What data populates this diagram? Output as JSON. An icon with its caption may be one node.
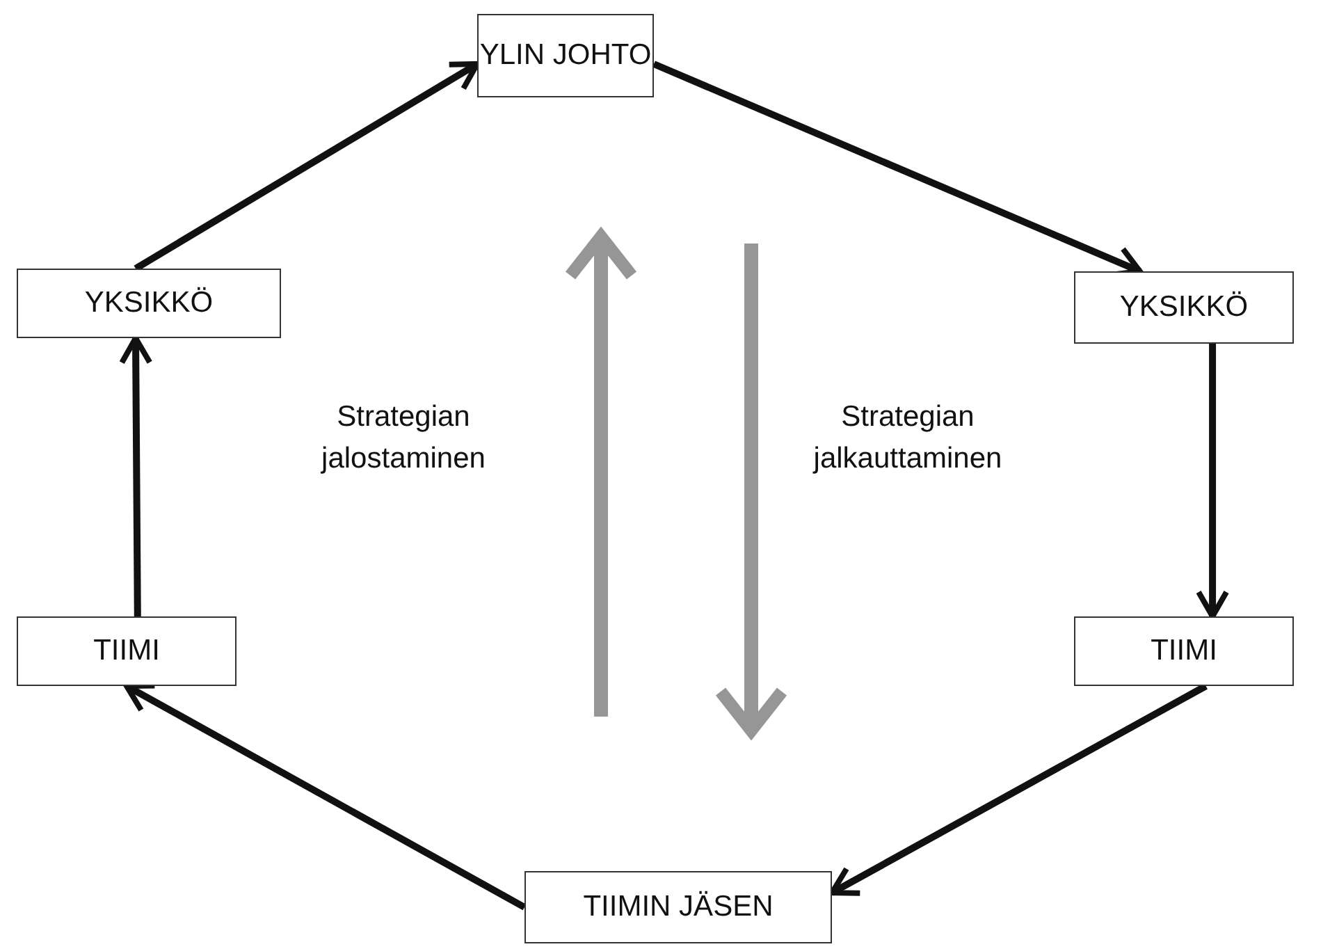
{
  "diagram": {
    "nodes": [
      {
        "text": [
          "YLIN JOHTO"
        ]
      },
      {
        "text": [
          "YKSIKKÖ"
        ]
      },
      {
        "text": [
          "TIIMI"
        ]
      },
      {
        "text": [
          "TIIMIN JÄSEN"
        ]
      },
      {
        "text": [
          "TIIMI"
        ]
      },
      {
        "text": [
          "YKSIKKÖ"
        ]
      }
    ],
    "edges": [
      {
        "from": 0,
        "to": 1,
        "arrow": "to"
      },
      {
        "from": 1,
        "to": 2,
        "arrow": "to"
      },
      {
        "from": 2,
        "to": 3,
        "arrow": "to"
      },
      {
        "from": 3,
        "to": 4,
        "arrow": "to"
      },
      {
        "from": 4,
        "to": 5,
        "arrow": "to"
      },
      {
        "from": 5,
        "to": 0,
        "arrow": "to"
      }
    ],
    "labels": [
      "Strategian jalostaminen",
      "Strategian jalkauttaminen"
    ]
  }
}
